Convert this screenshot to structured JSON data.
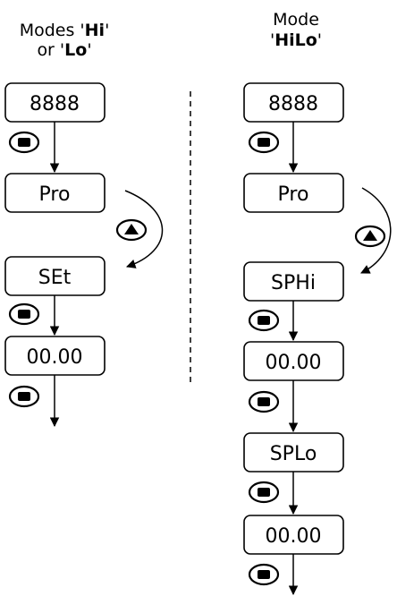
{
  "left_column": {
    "title_line1_prefix": "Modes '",
    "title_line1_bold": "Hi",
    "title_line1_suffix": "'",
    "title_line2_prefix": "or '",
    "title_line2_bold": "Lo",
    "title_line2_suffix": "'",
    "boxes": [
      "8888",
      "Pro",
      "SEt",
      "00.00"
    ],
    "buttons": [
      "stop-button",
      "up-button",
      "stop-button",
      "stop-button"
    ]
  },
  "right_column": {
    "title_line1": "Mode",
    "title_line2_prefix": "'",
    "title_line2_bold": "HiLo",
    "title_line2_suffix": "'",
    "boxes": [
      "8888",
      "Pro",
      "SPHi",
      "00.00",
      "SPLo",
      "00.00"
    ],
    "buttons": [
      "stop-button",
      "up-button",
      "stop-button",
      "stop-button",
      "stop-button",
      "stop-button"
    ]
  },
  "colors": {
    "stroke": "#000000",
    "background": "#ffffff"
  }
}
